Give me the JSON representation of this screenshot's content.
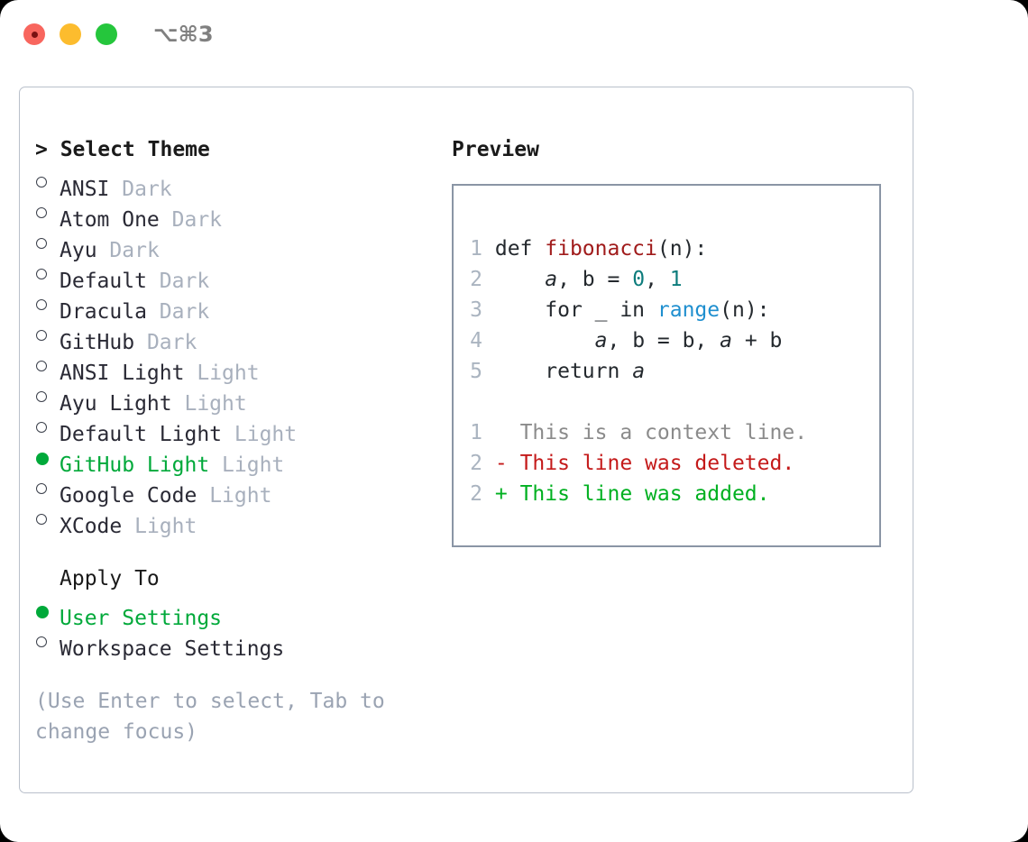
{
  "titlebar": {
    "shortcut": "⌥⌘3",
    "buttons": [
      {
        "name": "close",
        "color": "#f8665e"
      },
      {
        "name": "minimize",
        "color": "#fcbc2e"
      },
      {
        "name": "zoom",
        "color": "#25c63c"
      }
    ]
  },
  "theme_picker": {
    "header": "> Select Theme",
    "items": [
      {
        "label": "ANSI",
        "tag": "Dark",
        "selected": false
      },
      {
        "label": "Atom One",
        "tag": "Dark",
        "selected": false
      },
      {
        "label": "Ayu",
        "tag": "Dark",
        "selected": false
      },
      {
        "label": "Default",
        "tag": "Dark",
        "selected": false
      },
      {
        "label": "Dracula",
        "tag": "Dark",
        "selected": false
      },
      {
        "label": "GitHub",
        "tag": "Dark",
        "selected": false
      },
      {
        "label": "ANSI Light",
        "tag": "Light",
        "selected": false
      },
      {
        "label": "Ayu Light",
        "tag": "Light",
        "selected": false
      },
      {
        "label": "Default Light",
        "tag": "Light",
        "selected": false
      },
      {
        "label": "GitHub Light",
        "tag": "Light",
        "selected": true
      },
      {
        "label": "Google Code",
        "tag": "Light",
        "selected": false
      },
      {
        "label": "XCode",
        "tag": "Light",
        "selected": false
      }
    ]
  },
  "apply_to": {
    "header": "Apply To",
    "options": [
      {
        "label": "User Settings",
        "selected": true
      },
      {
        "label": "Workspace Settings",
        "selected": false
      }
    ]
  },
  "help": {
    "text": "(Use Enter to select, Tab to change focus)"
  },
  "preview": {
    "title": "Preview",
    "code_lines": [
      {
        "n": "1",
        "tokens": [
          {
            "t": "def ",
            "k": "plain"
          },
          {
            "t": "fibonacci",
            "k": "func"
          },
          {
            "t": "(n):",
            "k": "plain"
          }
        ]
      },
      {
        "n": "2",
        "tokens": [
          {
            "t": "    ",
            "k": "plain"
          },
          {
            "t": "a",
            "k": "var"
          },
          {
            "t": ", b = ",
            "k": "plain"
          },
          {
            "t": "0",
            "k": "num"
          },
          {
            "t": ", ",
            "k": "plain"
          },
          {
            "t": "1",
            "k": "num"
          }
        ]
      },
      {
        "n": "3",
        "tokens": [
          {
            "t": "    for _ in ",
            "k": "plain"
          },
          {
            "t": "range",
            "k": "call"
          },
          {
            "t": "(n):",
            "k": "plain"
          }
        ]
      },
      {
        "n": "4",
        "tokens": [
          {
            "t": "        ",
            "k": "plain"
          },
          {
            "t": "a",
            "k": "var"
          },
          {
            "t": ", b = b, ",
            "k": "plain"
          },
          {
            "t": "a",
            "k": "var"
          },
          {
            "t": " + b",
            "k": "plain"
          }
        ]
      },
      {
        "n": "5",
        "tokens": [
          {
            "t": "    return ",
            "k": "plain"
          },
          {
            "t": "a",
            "k": "var"
          }
        ]
      }
    ],
    "diff_lines": [
      {
        "n": "1",
        "sign": "  ",
        "text": "This is a context line.",
        "kind": "ctx"
      },
      {
        "n": "2",
        "sign": "- ",
        "text": "This line was deleted.",
        "kind": "del"
      },
      {
        "n": "2",
        "sign": "+ ",
        "text": "This line was added.",
        "kind": "add"
      }
    ]
  },
  "colors": {
    "selection_green": "#00a93a",
    "tag_gray": "#a8b0bd",
    "help_gray": "#9aa3b2",
    "diff_add": "#00b020",
    "diff_del": "#c41a1a",
    "syntax_function": "#a01b1b",
    "syntax_number": "#0d7c7c",
    "syntax_call": "#1f8fcf",
    "border": "#8a95a5"
  }
}
